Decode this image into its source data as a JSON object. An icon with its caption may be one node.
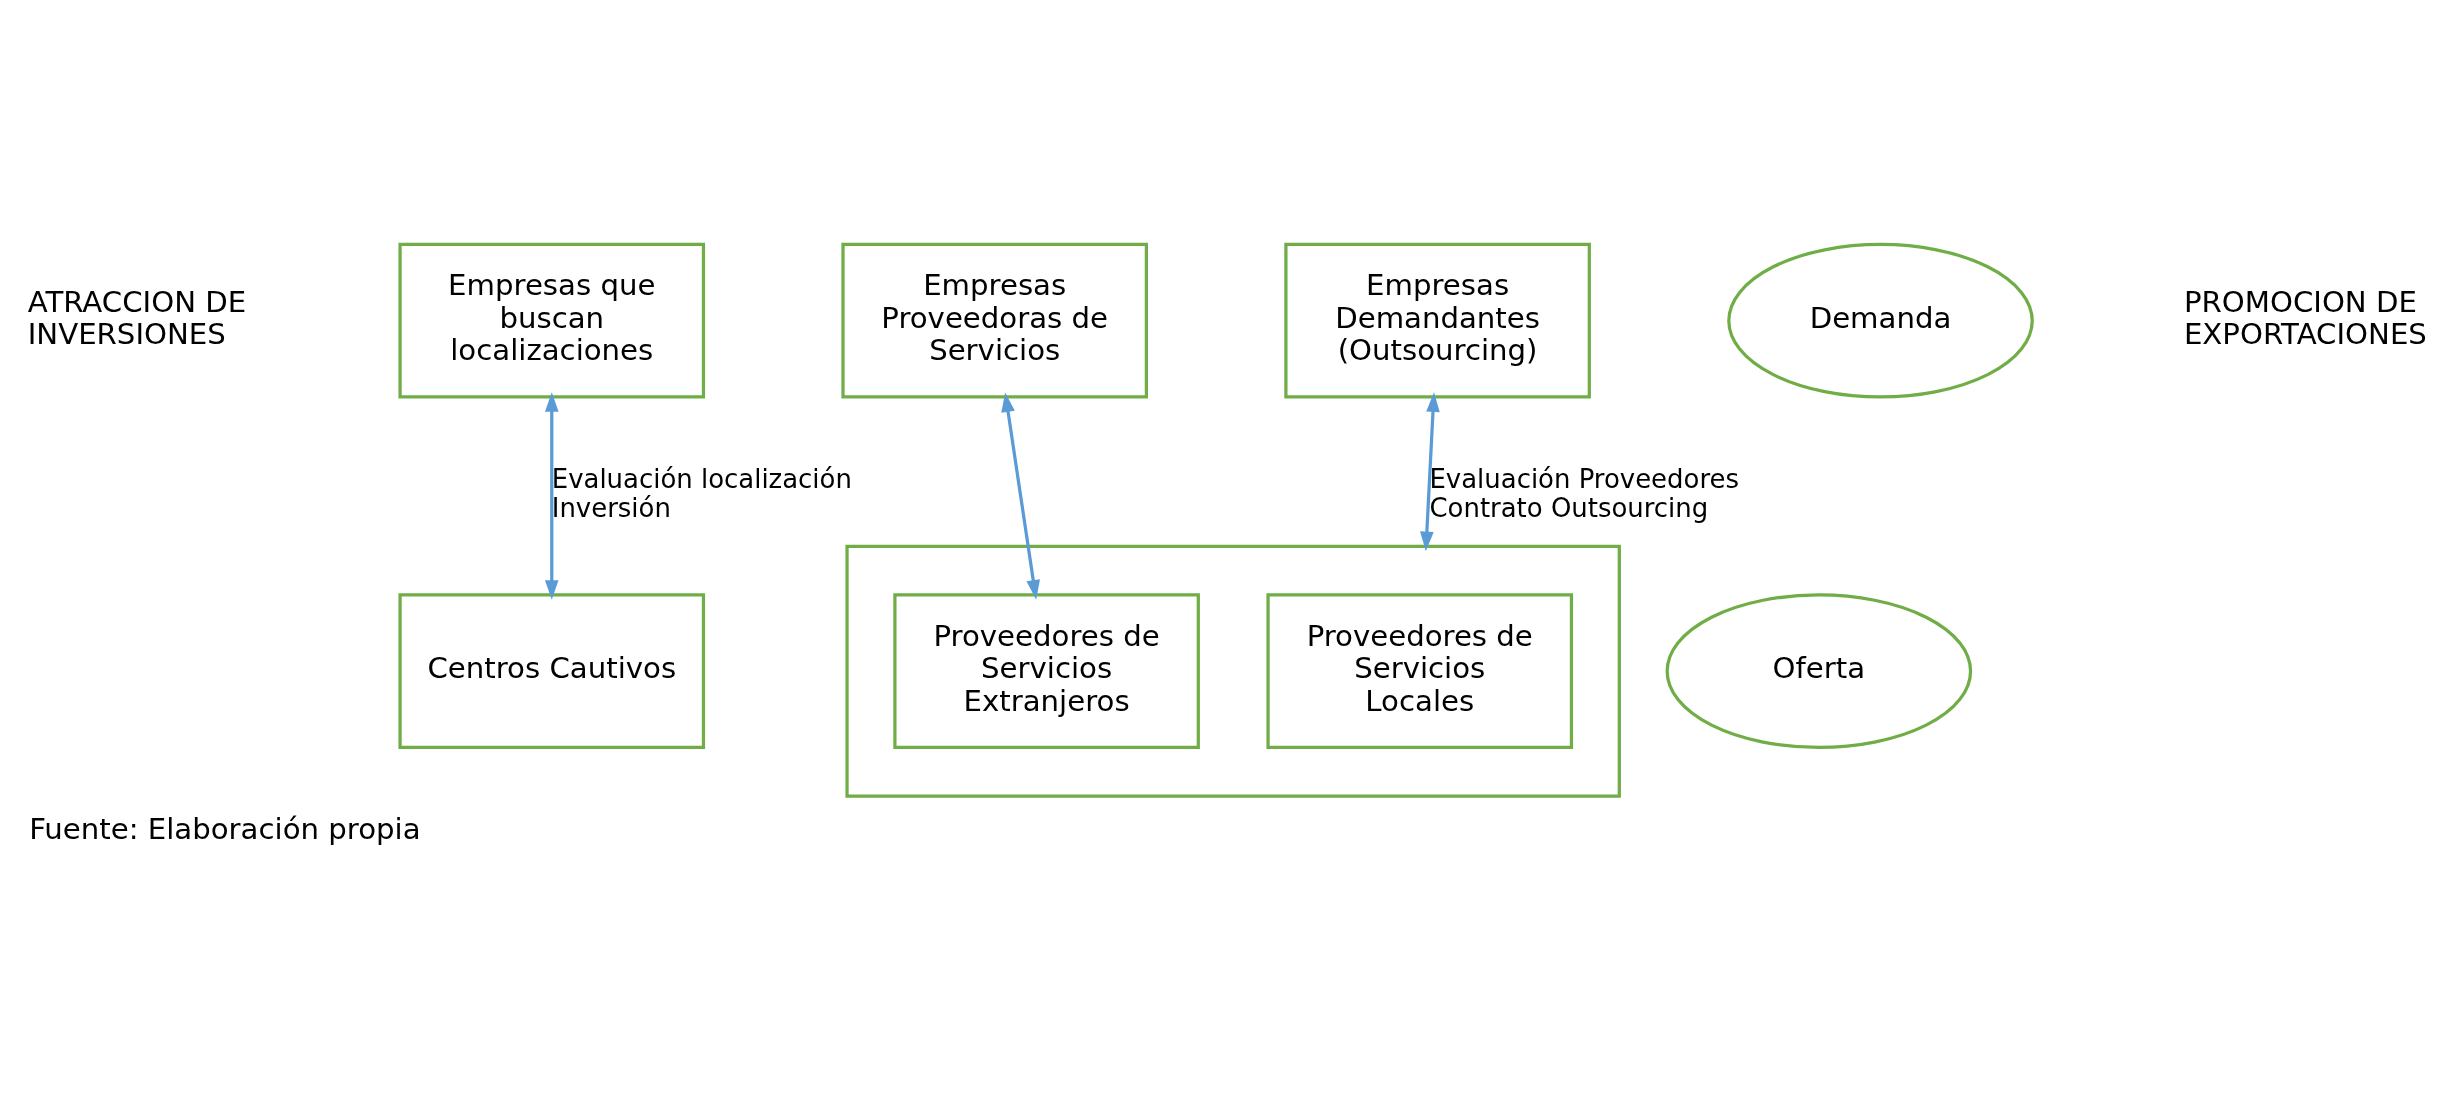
{
  "diagram": {
    "caption": "Fuente: Elaboración propia",
    "nodes": [
      {
        "text": [
          "Empresas que buscan localizaciones"
        ]
      },
      {
        "text": [
          "Empresas Proveedoras de Servicios"
        ]
      },
      {
        "text": [
          "Empresas Demandantes (Outsourcing)"
        ]
      },
      {
        "text": [
          "Demanda"
        ]
      },
      {
        "text": [
          "Centros Cautivos"
        ]
      },
      {
        "text": [],
        "shape": "box"
      },
      {
        "text": [
          "Proveedores de Servicios Extranjeros"
        ],
        "in": 5
      },
      {
        "text": [
          "Proveedores de Servicios Locales"
        ],
        "in": 5
      },
      {
        "text": [
          "Oferta"
        ]
      }
    ],
    "edges": [
      {
        "from": 0,
        "to": 4,
        "arrow": "both",
        "label": "Evaluación localización Inversión"
      },
      {
        "from": 1,
        "to": 6,
        "arrow": "both"
      },
      {
        "from": 2,
        "to": 5,
        "arrow": "both",
        "label": "Evaluación Proveedores Contrato Outsourcing"
      }
    ],
    "labels": [
      "ATRACCION DE INVERSIONES",
      "PROMOCION DE EXPORTACIONES"
    ]
  }
}
